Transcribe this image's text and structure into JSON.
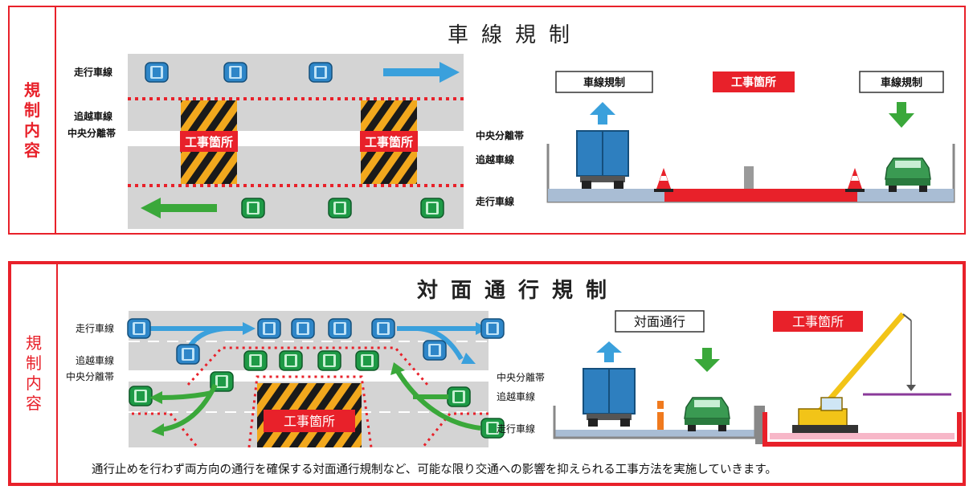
{
  "lane_restriction": {
    "side_label": [
      "規",
      "制",
      "内",
      "容"
    ],
    "title": "車線規制",
    "lanes": {
      "top_driving": "走行車線",
      "top_passing": "追越車線",
      "top_median": "中央分離帯",
      "bottom_median": "中央分離帯",
      "bottom_passing": "追越車線",
      "bottom_driving": "走行車線"
    },
    "work_zone": "工事箇所",
    "section_labels": {
      "left": "車線規制",
      "center": "工事箇所",
      "right": "車線規制"
    }
  },
  "two_way_restriction": {
    "side_label": [
      "規",
      "制",
      "内",
      "容"
    ],
    "title": "対面通行規制",
    "lanes": {
      "top_driving": "走行車線",
      "top_passing": "追越車線",
      "top_median": "中央分離帯",
      "bottom_median": "中央分離帯",
      "bottom_passing": "追越車線",
      "bottom_driving": "走行車線"
    },
    "work_zone": "工事箇所",
    "section_labels": {
      "left": "対面通行",
      "right": "工事箇所"
    },
    "note": "通行止めを行わず両方向の通行を確保する対面通行規制など、可能な限り交通への影響を抑えられる工事方法を実施していきます。"
  },
  "colors": {
    "accent": "#e8212a",
    "blue_car": "#2e86c8",
    "green_car": "#1e9a46",
    "road": "#d4d4d4",
    "arrow_blue": "#3aa0dc",
    "arrow_green": "#3aa83a"
  }
}
